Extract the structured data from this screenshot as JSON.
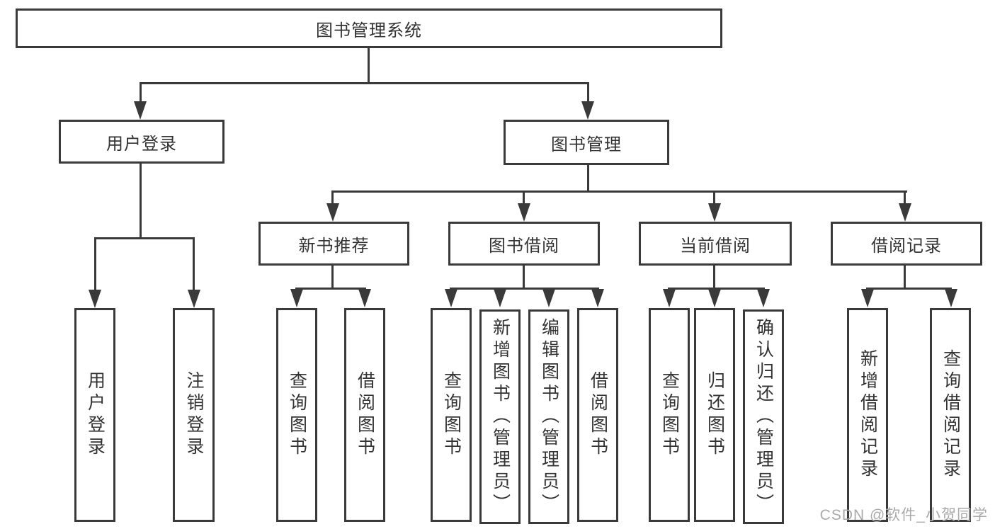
{
  "colors": {
    "line": "#3a3a3a",
    "text": "#333333",
    "watermark": "#aaaaaa",
    "background": "#ffffff"
  },
  "diagram": {
    "root": {
      "label": "图书管理系统"
    },
    "level2": [
      {
        "label": "用户登录"
      },
      {
        "label": "图书管理"
      }
    ],
    "level3": [
      {
        "label": "新书推荐"
      },
      {
        "label": "图书借阅"
      },
      {
        "label": "当前借阅"
      },
      {
        "label": "借阅记录"
      }
    ],
    "leaves_user_login": [
      {
        "label": "用户登录"
      },
      {
        "label": "注销登录"
      }
    ],
    "leaves_new_book": [
      {
        "label": "查询图书"
      },
      {
        "label": "借阅图书"
      }
    ],
    "leaves_book_borrow": [
      {
        "label": "查询图书"
      },
      {
        "label": "新增图书（管理员）"
      },
      {
        "label": "编辑图书（管理员）"
      },
      {
        "label": "借阅图书"
      }
    ],
    "leaves_current_borrow": [
      {
        "label": "查询图书"
      },
      {
        "label": "归还图书"
      },
      {
        "label": "确认归还（管理员）"
      }
    ],
    "leaves_borrow_records": [
      {
        "label": "新增借阅记录"
      },
      {
        "label": "查询借阅记录"
      }
    ]
  },
  "watermark": {
    "text": "CSDN @软件_小贺同学"
  }
}
